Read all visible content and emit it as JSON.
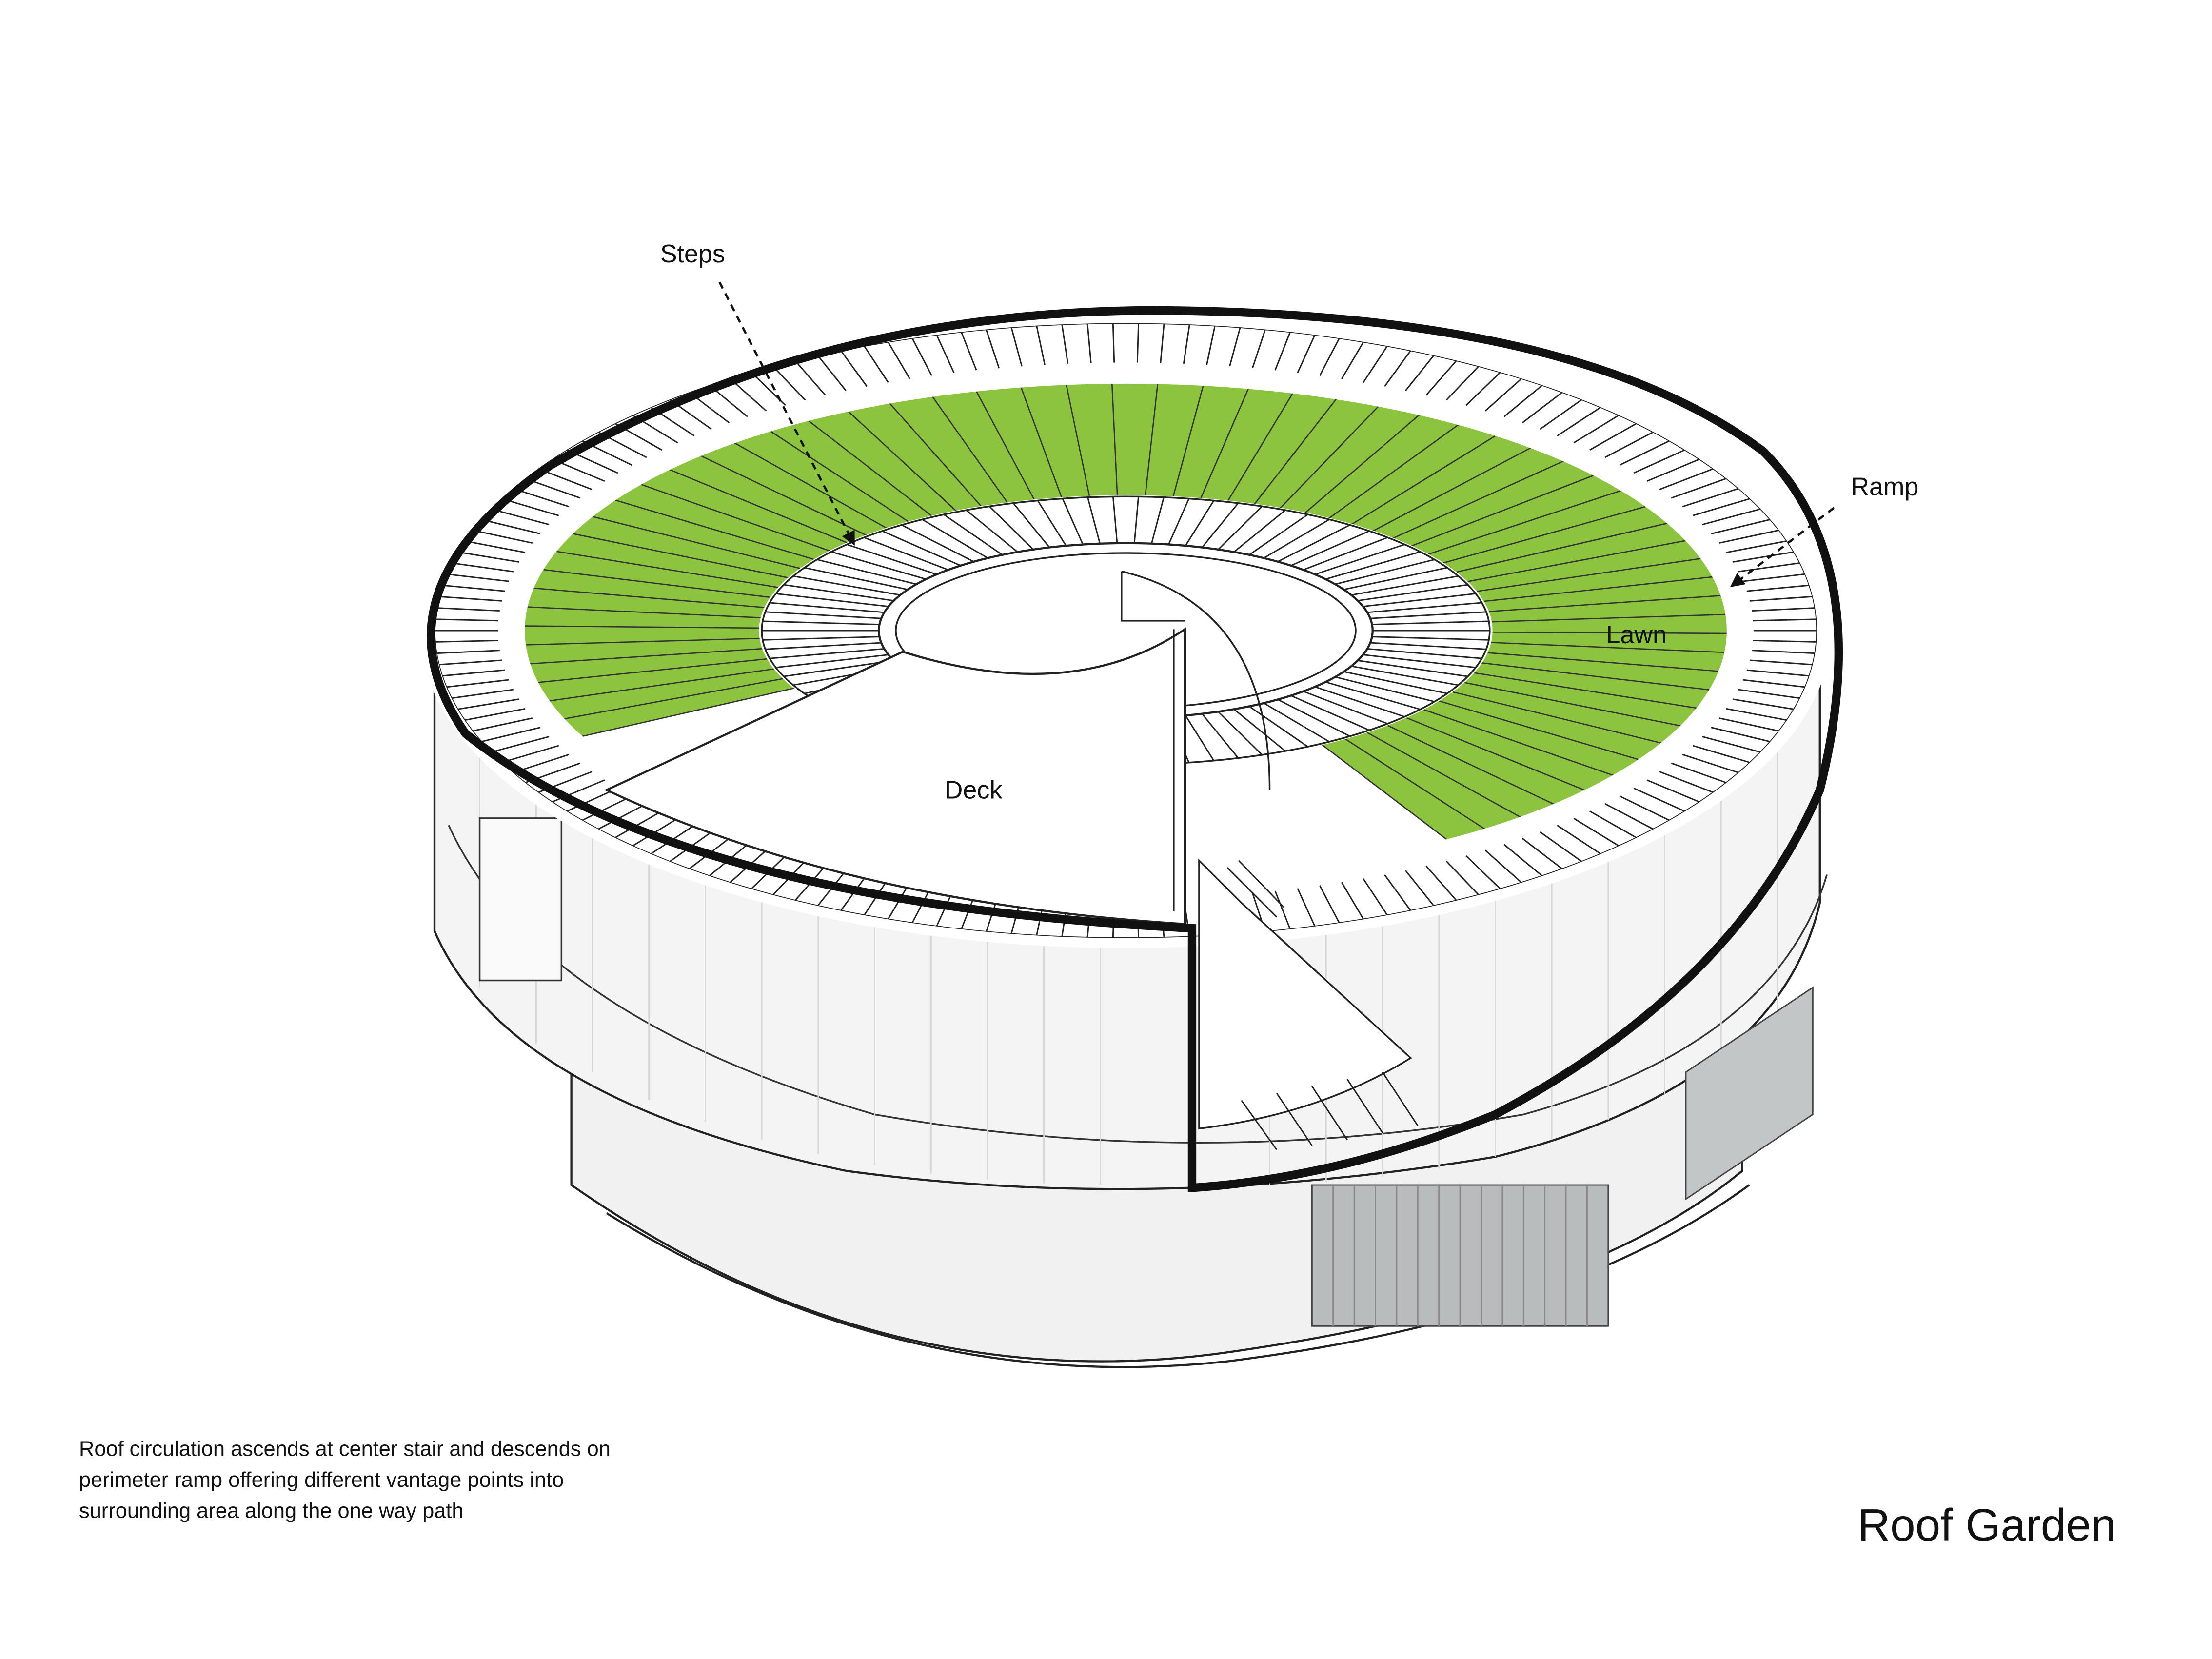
{
  "labels": {
    "steps": "Steps",
    "ramp": "Ramp",
    "lawn": "Lawn",
    "deck": "Deck"
  },
  "title": "Roof Garden",
  "caption": {
    "lines": [
      "Roof circulation ascends at center stair and descends on",
      "perimeter ramp offering different vantage points into",
      "surrounding area along the one way path"
    ]
  },
  "colors": {
    "lawn": "#8cc43f",
    "outline": "#111111",
    "wall": "#f3f3f3",
    "glazing": "#b8bcbc"
  }
}
